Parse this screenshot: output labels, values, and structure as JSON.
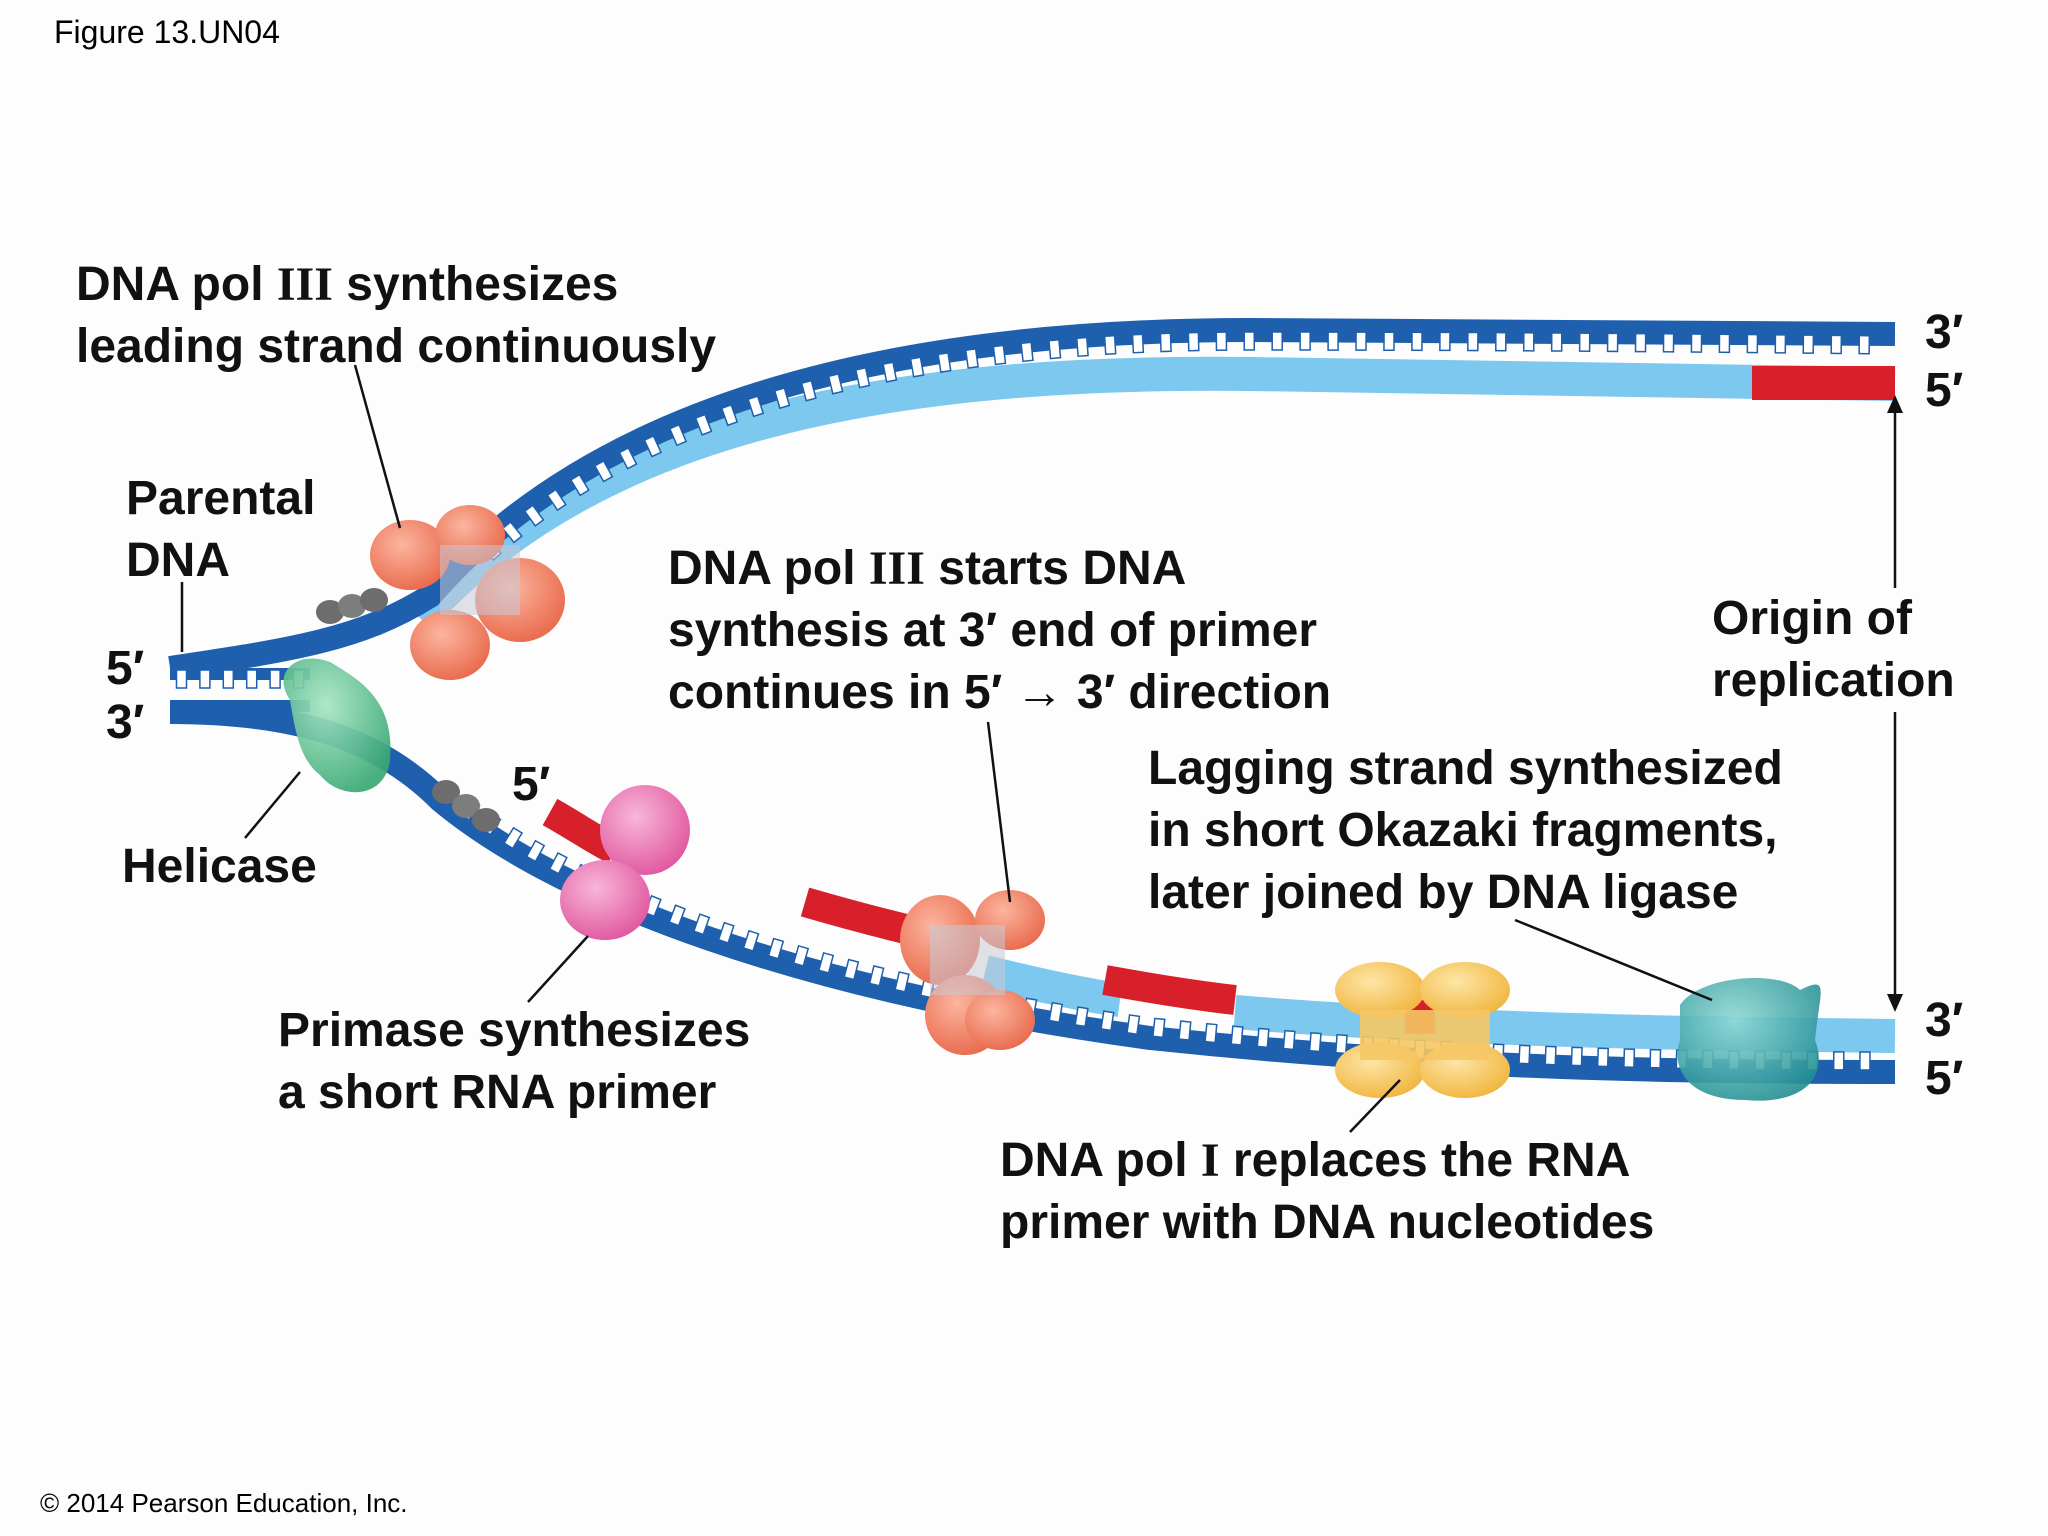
{
  "figure_id": "Figure 13.UN04",
  "copyright": "© 2014 Pearson Education, Inc.",
  "labels": {
    "leading_strand": {
      "line1_a": "DNA pol ",
      "line1_roman": "III",
      "line1_b": " synthesizes",
      "line2": "leading strand continuously"
    },
    "parental_dna": {
      "line1": "Parental",
      "line2": "DNA"
    },
    "helicase": "Helicase",
    "primase": {
      "line1": "Primase synthesizes",
      "line2": "a short RNA primer"
    },
    "pol3_start": {
      "line1_a": "DNA pol ",
      "line1_roman": "III",
      "line1_b": " starts DNA",
      "line2": "synthesis at 3′ end of primer",
      "line3": "continues in 5′ → 3′ direction"
    },
    "origin": {
      "line1": "Origin of",
      "line2": "replication"
    },
    "lagging": {
      "line1": "Lagging strand synthesized",
      "line2": "in short Okazaki fragments,",
      "line3": "later joined by DNA ligase"
    },
    "pol1": {
      "line1_a": "DNA pol ",
      "line1_roman": "I",
      "line1_b": " replaces the RNA",
      "line2": "primer with DNA nucleotides"
    }
  },
  "strand_ends": {
    "left_top": "5′",
    "left_bottom": "3′",
    "right_top_upper": "3′",
    "right_top_lower": "5′",
    "right_bottom_upper": "3′",
    "right_bottom_lower": "5′",
    "primer_end": "5′"
  },
  "colors": {
    "parental_strand": "#1e5fae",
    "new_dna": "#7cc8ee",
    "rna_primer": "#d8202a",
    "dna_pol_iii": "#ef7a5e",
    "helicase": "#4fbf8a",
    "primase": "#ea6fb0",
    "dna_pol_i": "#f7c45b",
    "ligase": "#36a6a6",
    "ssb": "#777777"
  }
}
